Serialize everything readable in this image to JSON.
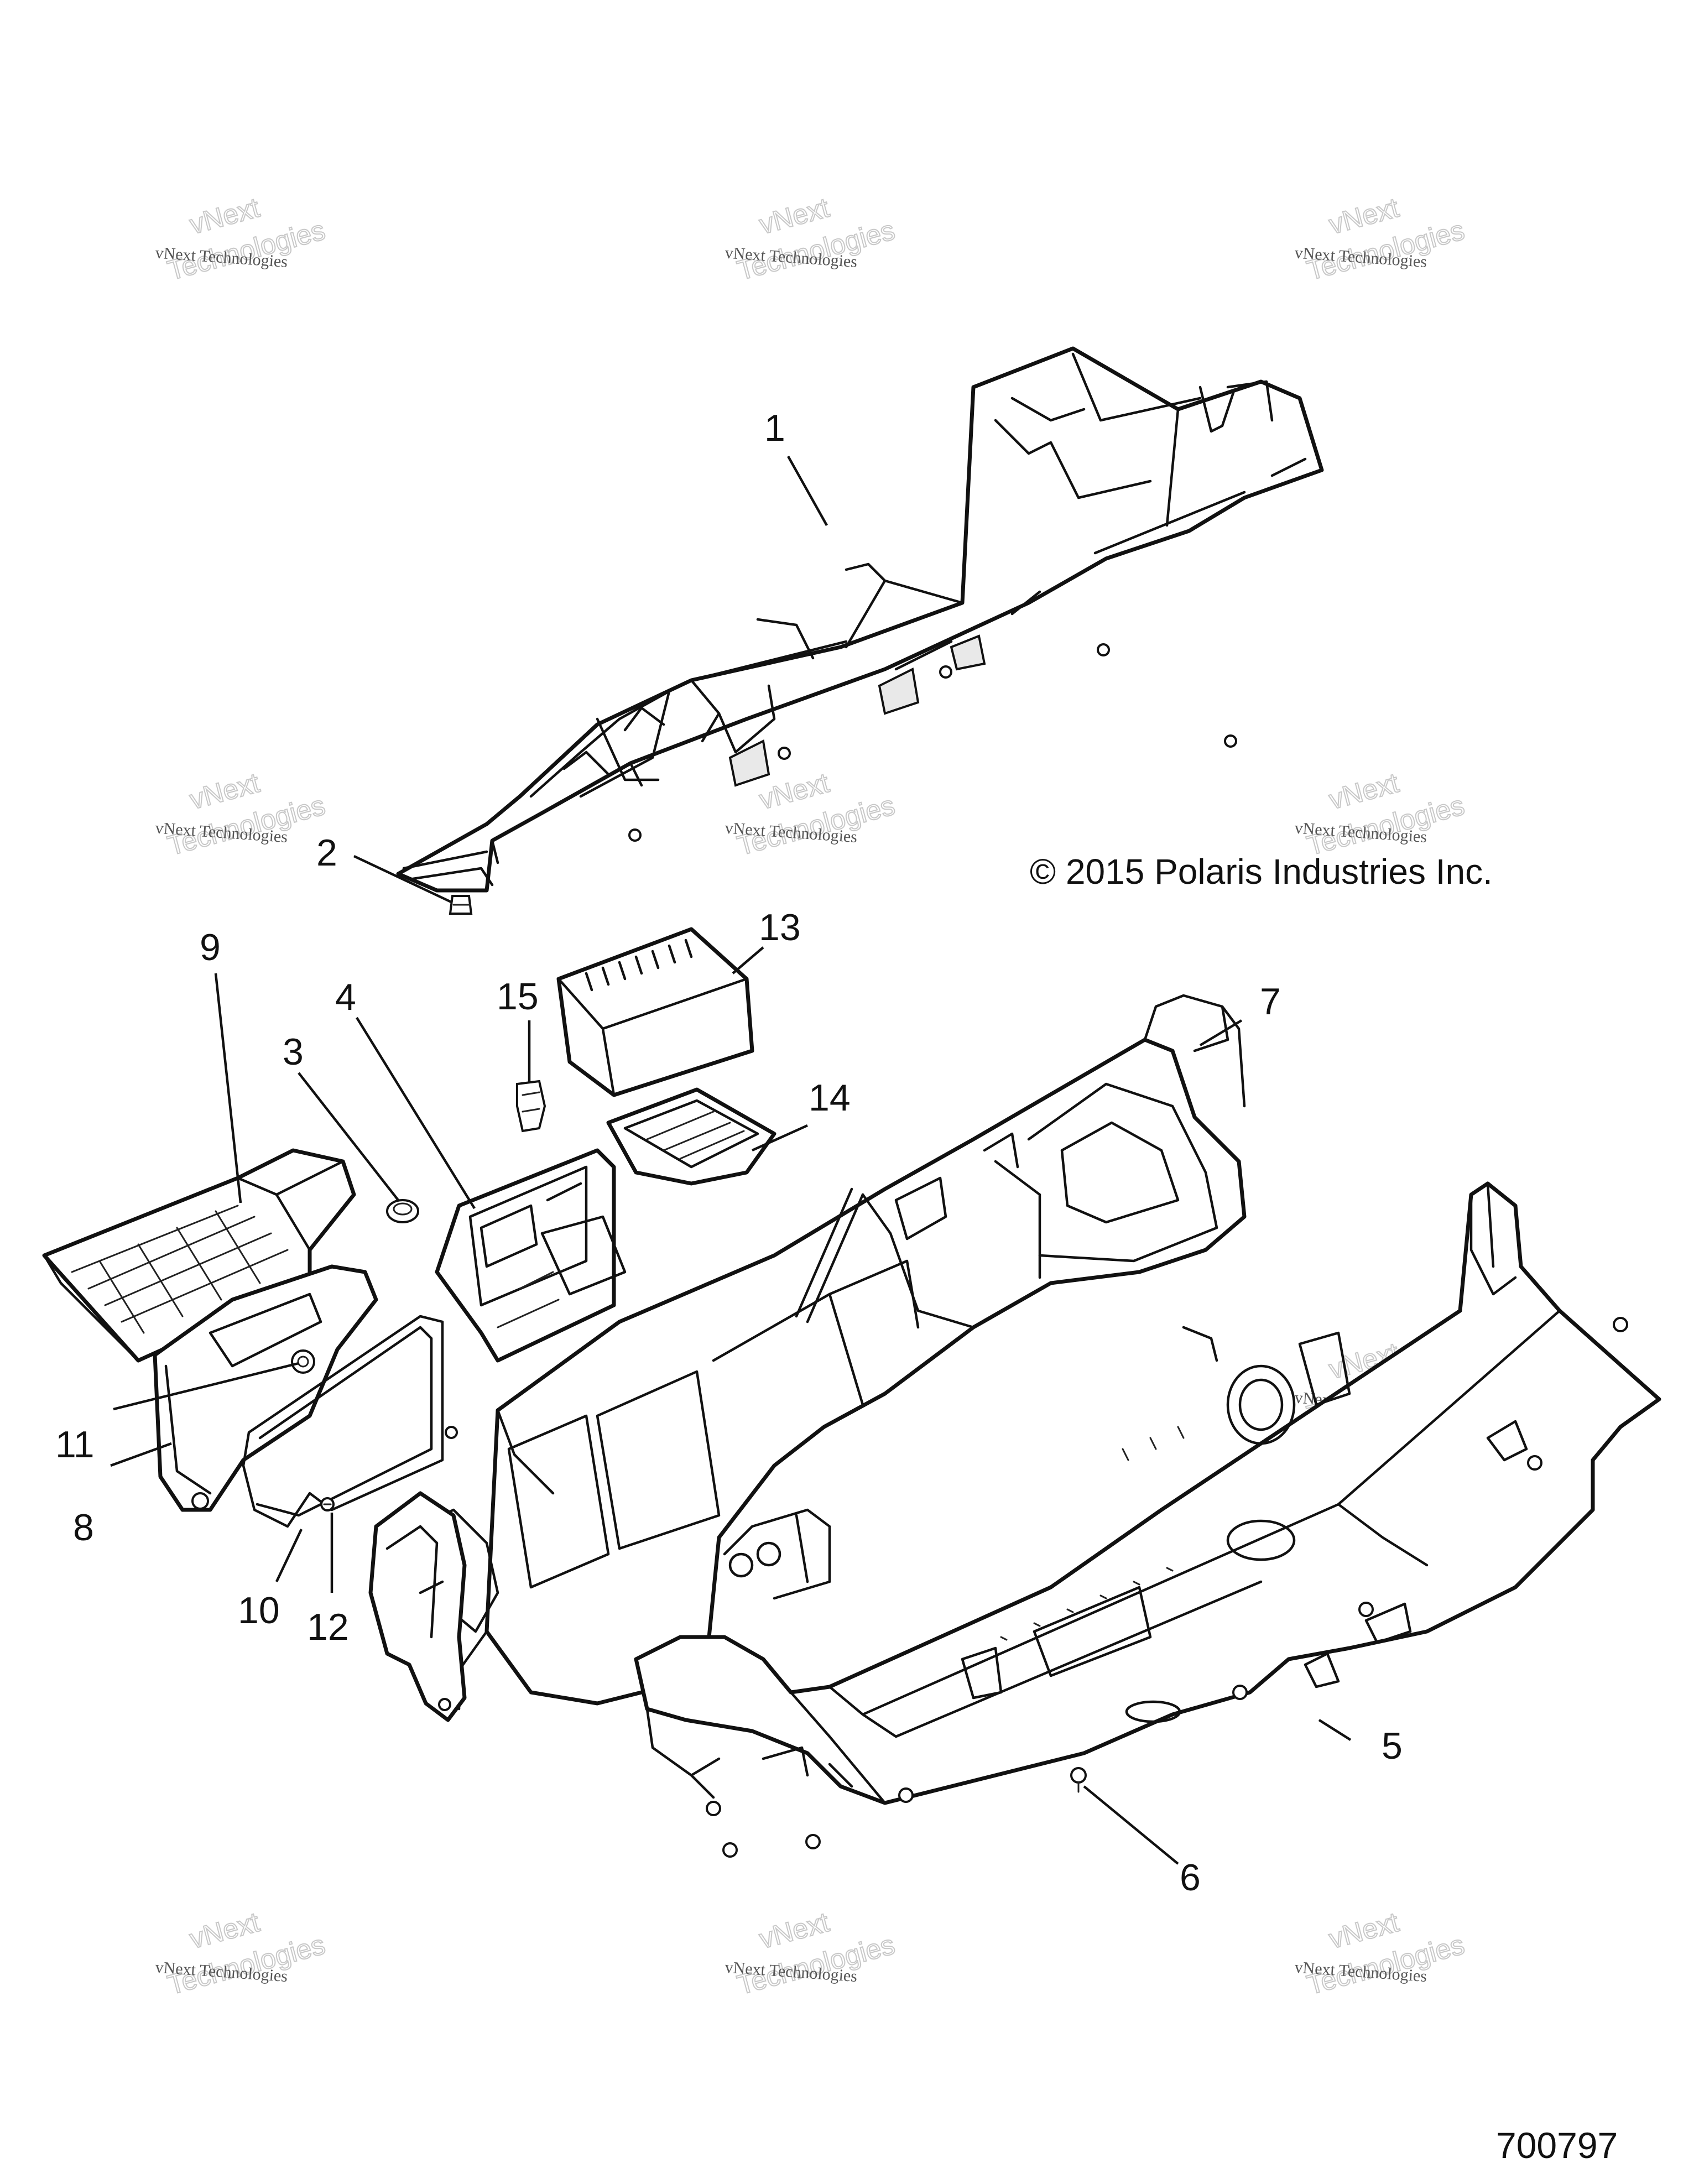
{
  "copyright": "© 2015 Polaris Industries Inc.",
  "document_number": "700797",
  "watermark": {
    "line_small": "vNext Technologies",
    "big_top": "vNext",
    "big_bottom": "Technologies"
  },
  "callouts": [
    {
      "id": "1",
      "label": "1"
    },
    {
      "id": "2",
      "label": "2"
    },
    {
      "id": "3",
      "label": "3"
    },
    {
      "id": "4",
      "label": "4"
    },
    {
      "id": "5",
      "label": "5"
    },
    {
      "id": "6",
      "label": "6"
    },
    {
      "id": "7",
      "label": "7"
    },
    {
      "id": "8",
      "label": "8"
    },
    {
      "id": "9",
      "label": "9"
    },
    {
      "id": "10",
      "label": "10"
    },
    {
      "id": "11",
      "label": "11"
    },
    {
      "id": "12",
      "label": "12"
    },
    {
      "id": "13",
      "label": "13"
    },
    {
      "id": "14",
      "label": "14"
    },
    {
      "id": "15",
      "label": "15"
    }
  ]
}
